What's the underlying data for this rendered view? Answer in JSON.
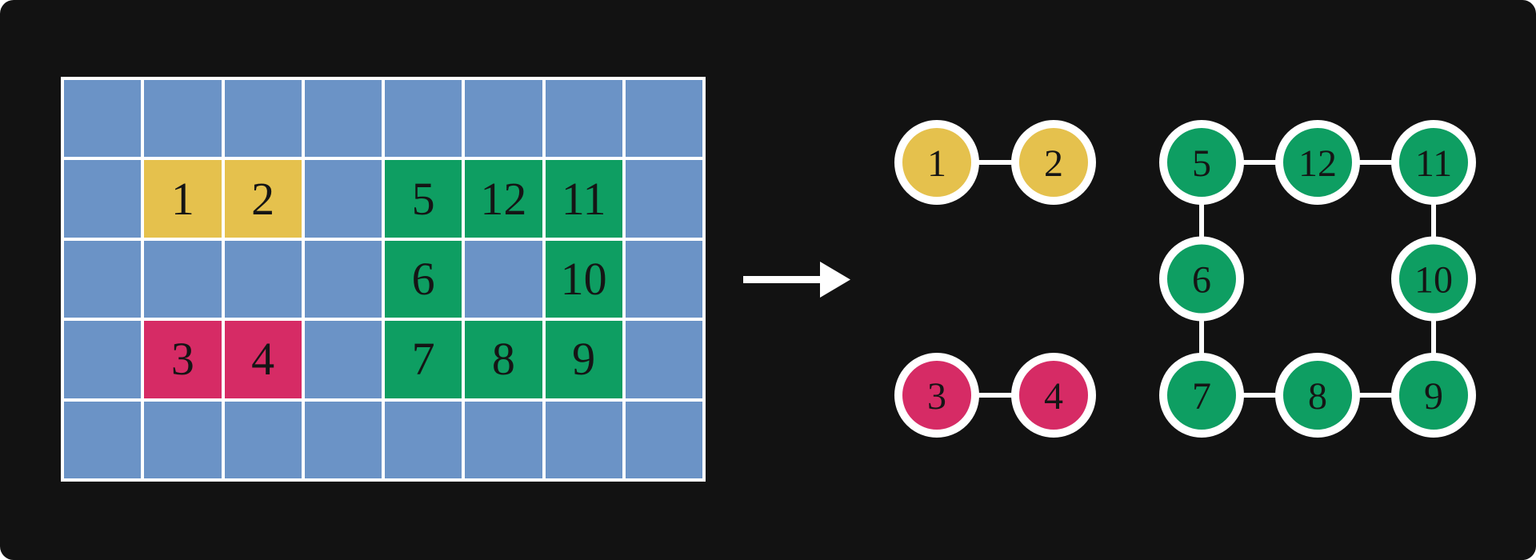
{
  "figure": {
    "description_visible_content_only": true,
    "left_panel": "colored-grid",
    "right_panel": "adjacency-graph"
  },
  "colors": {
    "panel": "#121212",
    "line": "#ffffff",
    "digit": "#151515",
    "blue": "#6b93c6",
    "yellow": "#e5c14d",
    "green": "#0e9e62",
    "pink": "#d62b65"
  },
  "grid": {
    "rows": 5,
    "cols": 8,
    "default_color": "blue",
    "colored_cells": [
      {
        "row": 1,
        "col": 1,
        "color": "yellow",
        "label": "1"
      },
      {
        "row": 1,
        "col": 2,
        "color": "yellow",
        "label": "2"
      },
      {
        "row": 1,
        "col": 4,
        "color": "green",
        "label": "5"
      },
      {
        "row": 1,
        "col": 5,
        "color": "green",
        "label": "12"
      },
      {
        "row": 1,
        "col": 6,
        "color": "green",
        "label": "11"
      },
      {
        "row": 2,
        "col": 4,
        "color": "green",
        "label": "6"
      },
      {
        "row": 2,
        "col": 6,
        "color": "green",
        "label": "10"
      },
      {
        "row": 3,
        "col": 1,
        "color": "pink",
        "label": "3"
      },
      {
        "row": 3,
        "col": 2,
        "color": "pink",
        "label": "4"
      },
      {
        "row": 3,
        "col": 4,
        "color": "green",
        "label": "7"
      },
      {
        "row": 3,
        "col": 5,
        "color": "green",
        "label": "8"
      },
      {
        "row": 3,
        "col": 6,
        "color": "green",
        "label": "9"
      }
    ]
  },
  "arrow": {
    "name": "right-arrow",
    "color": "#ffffff"
  },
  "graph": {
    "nodes": [
      {
        "id": "1",
        "color": "yellow",
        "col": 0,
        "row": 0
      },
      {
        "id": "2",
        "color": "yellow",
        "col": 1,
        "row": 0
      },
      {
        "id": "5",
        "color": "green",
        "col": 2,
        "row": 0
      },
      {
        "id": "12",
        "color": "green",
        "col": 3,
        "row": 0
      },
      {
        "id": "11",
        "color": "green",
        "col": 4,
        "row": 0
      },
      {
        "id": "6",
        "color": "green",
        "col": 2,
        "row": 1
      },
      {
        "id": "10",
        "color": "green",
        "col": 4,
        "row": 1
      },
      {
        "id": "3",
        "color": "pink",
        "col": 0,
        "row": 2
      },
      {
        "id": "4",
        "color": "pink",
        "col": 1,
        "row": 2
      },
      {
        "id": "7",
        "color": "green",
        "col": 2,
        "row": 2
      },
      {
        "id": "8",
        "color": "green",
        "col": 3,
        "row": 2
      },
      {
        "id": "9",
        "color": "green",
        "col": 4,
        "row": 2
      }
    ],
    "edges": [
      [
        "1",
        "2"
      ],
      [
        "3",
        "4"
      ],
      [
        "5",
        "12"
      ],
      [
        "12",
        "11"
      ],
      [
        "5",
        "6"
      ],
      [
        "6",
        "7"
      ],
      [
        "11",
        "10"
      ],
      [
        "10",
        "9"
      ],
      [
        "7",
        "8"
      ],
      [
        "8",
        "9"
      ]
    ]
  }
}
